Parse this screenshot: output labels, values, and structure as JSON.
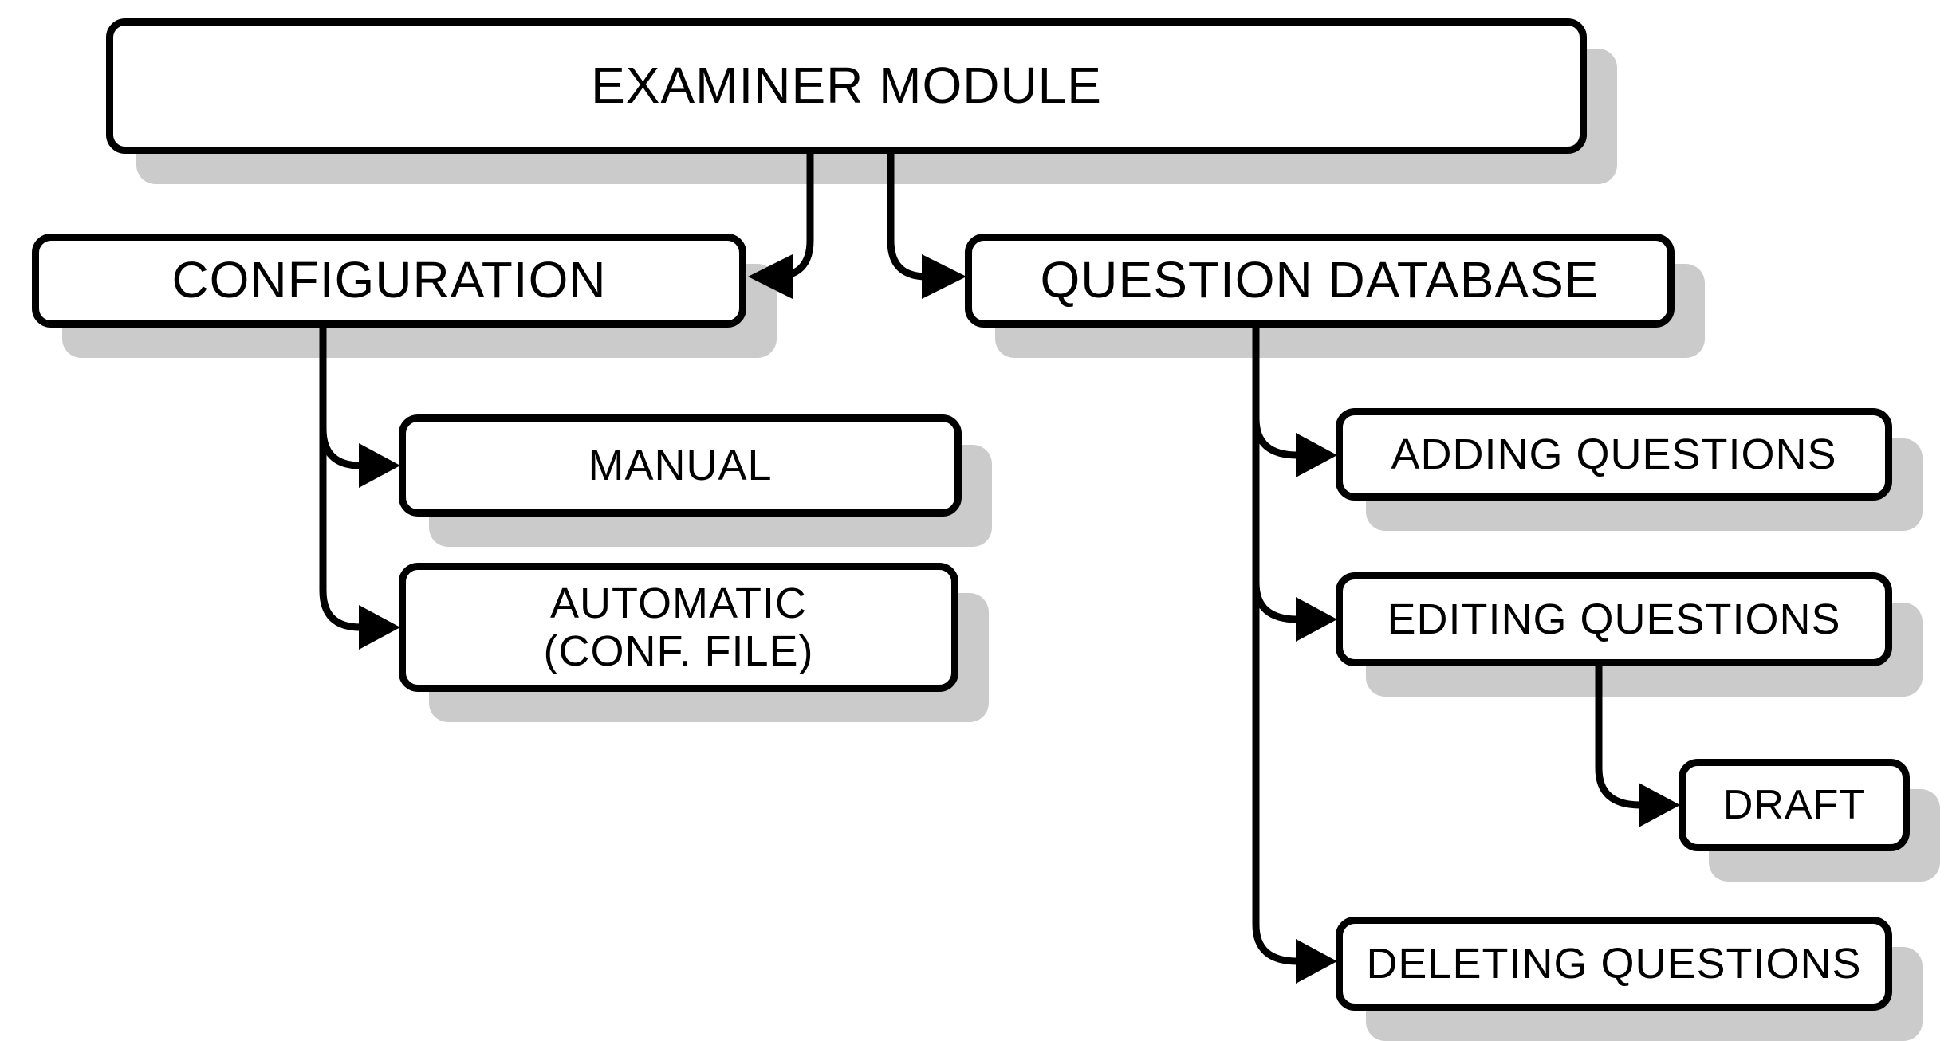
{
  "diagram": {
    "type": "flowchart",
    "boxes": {
      "examiner_module": {
        "label": "EXAMINER MODULE"
      },
      "configuration": {
        "label": "CONFIGURATION"
      },
      "question_database": {
        "label": "QUESTION DATABASE"
      },
      "manual": {
        "label": "MANUAL"
      },
      "automatic": {
        "line1": "AUTOMATIC",
        "line2": "(CONF. FILE)"
      },
      "adding_questions": {
        "label": "ADDING QUESTIONS"
      },
      "editing_questions": {
        "label": "EDITING QUESTIONS"
      },
      "draft": {
        "label": "DRAFT"
      },
      "deleting_questions": {
        "label": "DELETING QUESTIONS"
      }
    },
    "edges": [
      {
        "from": "examiner_module",
        "to": "configuration"
      },
      {
        "from": "examiner_module",
        "to": "question_database"
      },
      {
        "from": "configuration",
        "to": "manual"
      },
      {
        "from": "configuration",
        "to": "automatic"
      },
      {
        "from": "question_database",
        "to": "adding_questions"
      },
      {
        "from": "question_database",
        "to": "editing_questions"
      },
      {
        "from": "question_database",
        "to": "deleting_questions"
      },
      {
        "from": "editing_questions",
        "to": "draft"
      }
    ],
    "colors": {
      "line": "#000000",
      "box_border": "#000000",
      "box_fill": "#ffffff",
      "text": "#000000",
      "shadow": "#cbcbcb",
      "background": "#ffffff"
    }
  }
}
